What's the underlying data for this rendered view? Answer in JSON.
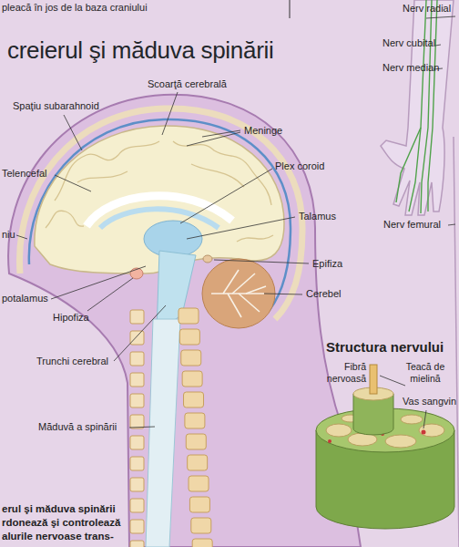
{
  "diagram": {
    "title": "creierul şi măduva spinării",
    "labels": [
      "pleacă în jos de la baza craniului",
      "Spaţiu subarahnoid",
      "Scoarţă cerebrală",
      "Meninge",
      "Telencefal",
      "Plex coroid",
      "niu",
      "Talamus",
      "Epifiza",
      "potalamus",
      "Cerebel",
      "Hipofiza",
      "Trunchi cerebral",
      "Măduvă a spinării",
      "Nerv radial",
      "Nerv cubital",
      "Nerv median",
      "Nerv femural",
      "Structura nervului",
      "Fibră nervoasă",
      "Teacă de mielină",
      "Vas sangvin",
      "erul şi măduva spinării",
      "rdonează şi controlează",
      "alurile nervoase trans-"
    ]
  }
}
